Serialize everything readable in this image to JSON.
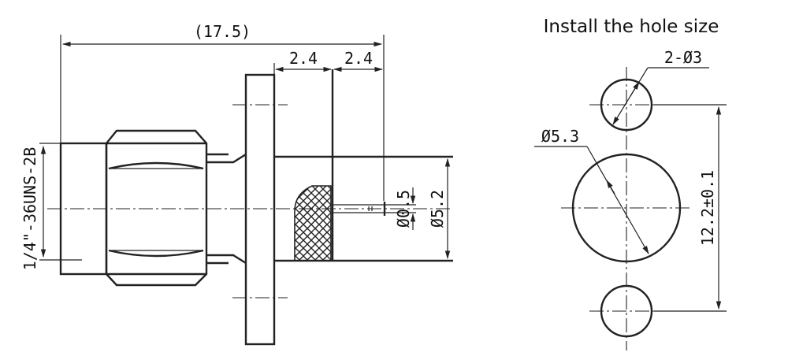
{
  "connector": {
    "overall_length": "(17.5)",
    "flange_offset_1": "2.4",
    "flange_offset_2": "2.4",
    "thread_spec": "1/4\"-36UNS-2B",
    "pin_diameter": "Ø0.5",
    "body_diameter": "Ø5.2"
  },
  "hole_pattern": {
    "title": "Install the hole size",
    "mount_holes": "2-Ø3",
    "center_hole": "Ø5.3",
    "hole_spacing": "12.2±0.1"
  }
}
